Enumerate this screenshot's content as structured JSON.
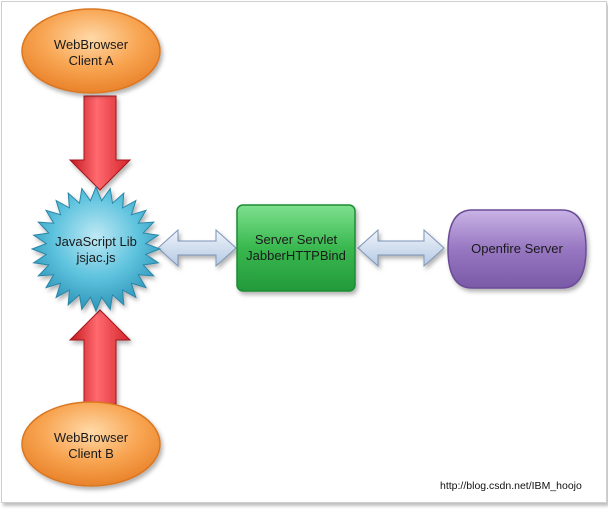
{
  "nodes": {
    "client_a": {
      "line1": "WebBrowser",
      "line2": "Client A"
    },
    "client_b": {
      "line1": "WebBrowser",
      "line2": "Client B"
    },
    "js_lib": {
      "line1": "JavaScript Lib",
      "line2": "jsjac.js"
    },
    "servlet": {
      "line1": "Server Servlet",
      "line2": "JabberHTTPBind"
    },
    "openfire": {
      "line1": "Openfire Server"
    }
  },
  "watermark": "http://blog.csdn.net/IBM_hoojo",
  "colors": {
    "client_fill": "#f7a24c",
    "burst_fill": "#4fb9d6",
    "servlet_fill": "#3cbb55",
    "openfire_fill": "#9b7bc2",
    "red_arrow": "#e8343c",
    "blue_arrow": "#c7d6ea"
  }
}
